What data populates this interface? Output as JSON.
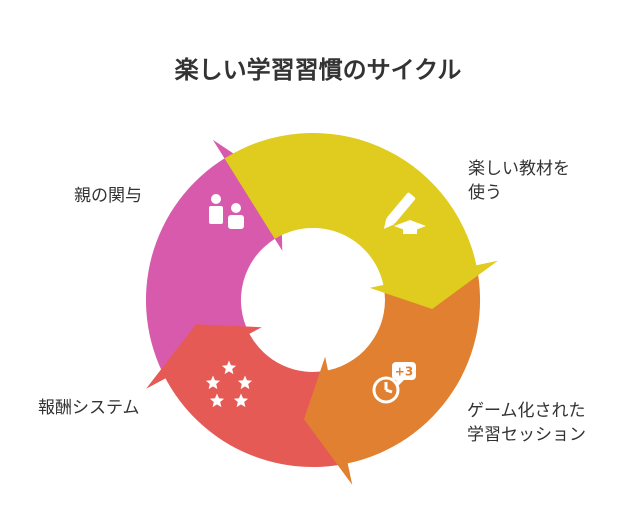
{
  "title": "楽しい学習習慣のサイクル",
  "segments": [
    {
      "id": "parent",
      "label": "親の関与",
      "color": "#d85aac",
      "icon": "parent-child-icon"
    },
    {
      "id": "materials",
      "label_lines": [
        "楽しい教材を",
        "使う"
      ],
      "color": "#e0cb1f",
      "icon": "pencil-graduation-cap-icon"
    },
    {
      "id": "gamified",
      "label_lines": [
        "ゲーム化された",
        "学習セッション"
      ],
      "color": "#e08030",
      "icon": "timer-plus-three-icon",
      "badge": "+3"
    },
    {
      "id": "reward",
      "label": "報酬システム",
      "color": "#e55a55",
      "icon": "five-stars-icon"
    }
  ]
}
